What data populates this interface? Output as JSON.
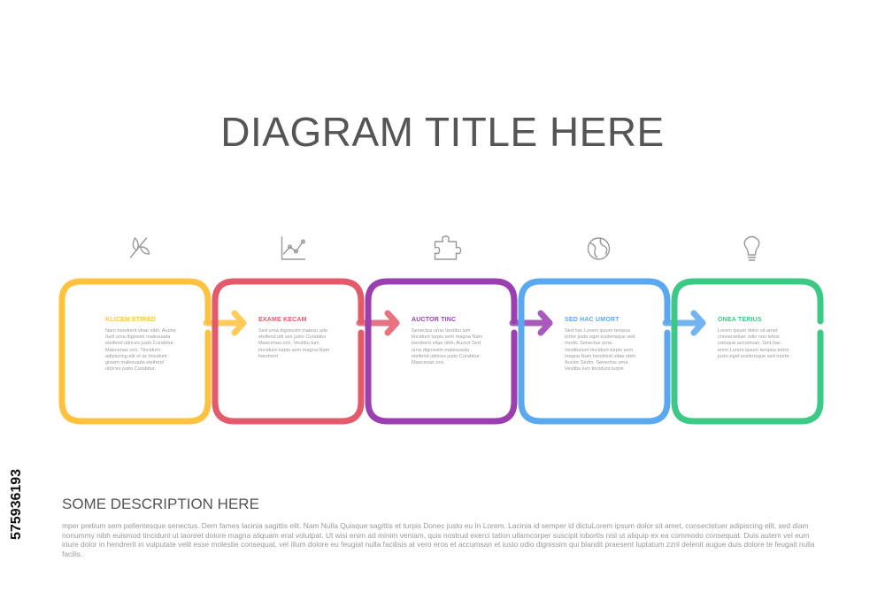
{
  "title": "DIAGRAM TITLE HERE",
  "steps": [
    {
      "heading": "KLICEM ETIRED",
      "body": "Nam hendrerit vitae nibh. Auctor Sed urna digissim malesuada eleifend ultrices justo Curabitur. Maecenas orci. Tincidunt adipiscing elit et ac tincidunt gissim malesuada eleifend ultrices justo Curabitur.",
      "color": "#FFC23E",
      "icon": "leaf-icon"
    },
    {
      "heading": "EXAME KECAM",
      "body": "Sed urna dignissim malesu ada eleifend ulti ses justo Curabitur Maecenas orci. Vestibu tum tincidunt turpis sem magna Nam hendrerit",
      "color": "#E35B6B",
      "icon": "chart-icon"
    },
    {
      "heading": "AUCTOR TINC",
      "body": "Senectus urna Vestibu lum tincidunt turpis sem magna Nam hendrerit vitae nibh. Auctor Sed urna dignissim malesuada eleifend ultrices justo Curabitur Maecenas orci",
      "color": "#9B3FB0",
      "icon": "puzzle-icon"
    },
    {
      "heading": "SED HAC UMORT",
      "body": "Sed hac Lorem ipsum tempus tortor justo eget scelerisque sed morbi. Senectus urna. Vestibulum tincidunt turpis sem magna Nam hendrerit vitae nibh. Auctor Sedm. Senectus urna Vestibu lum tincidunt turpis",
      "color": "#5AA8F0",
      "icon": "globe-icon"
    },
    {
      "heading": "ONEA TERIUS",
      "body": "Lorem ipsum dolor sit amet consectetuer odio non tellus natoque accumsan. Sed hac enim Lorem ipsum tempus tortor justo eget scelerisque sed morbi.",
      "color": "#3CC885",
      "icon": "lightbulb-icon"
    }
  ],
  "description": {
    "heading": "SOME DESCRIPTION HERE",
    "body": "mper pretium sem pellentesque senectus. Dem fames lacinia sagittis elit. Nam Nulla Quisque sagittis et turpis Donec justo eu In Lorem. Lacinia id semper id dictuLorem ipsum dolor sit amet, consectetuer adipiscing elit, sed diam nonummy nibh euismod tincidunt ut laoreet dolore magna aliquam erat volutpat. Ut wisi enim ad minim veniam, quis nostrud exerci tation ullamcorper suscipit lobortis nisl ut aliquip ex ea commodo consequat. Duis autem vel eum iriure dolor in hendrerit in vulputate velit esse molestie consequat, vel illum dolore eu feugiat nulla facilisis at vero eros et accumsan et iusto odio dignissim qui blandit praesent luptatum zzril delenit augue duis dolore te feugait nulla facilis."
  },
  "side_id": "575936193",
  "icon_color": "#999999"
}
